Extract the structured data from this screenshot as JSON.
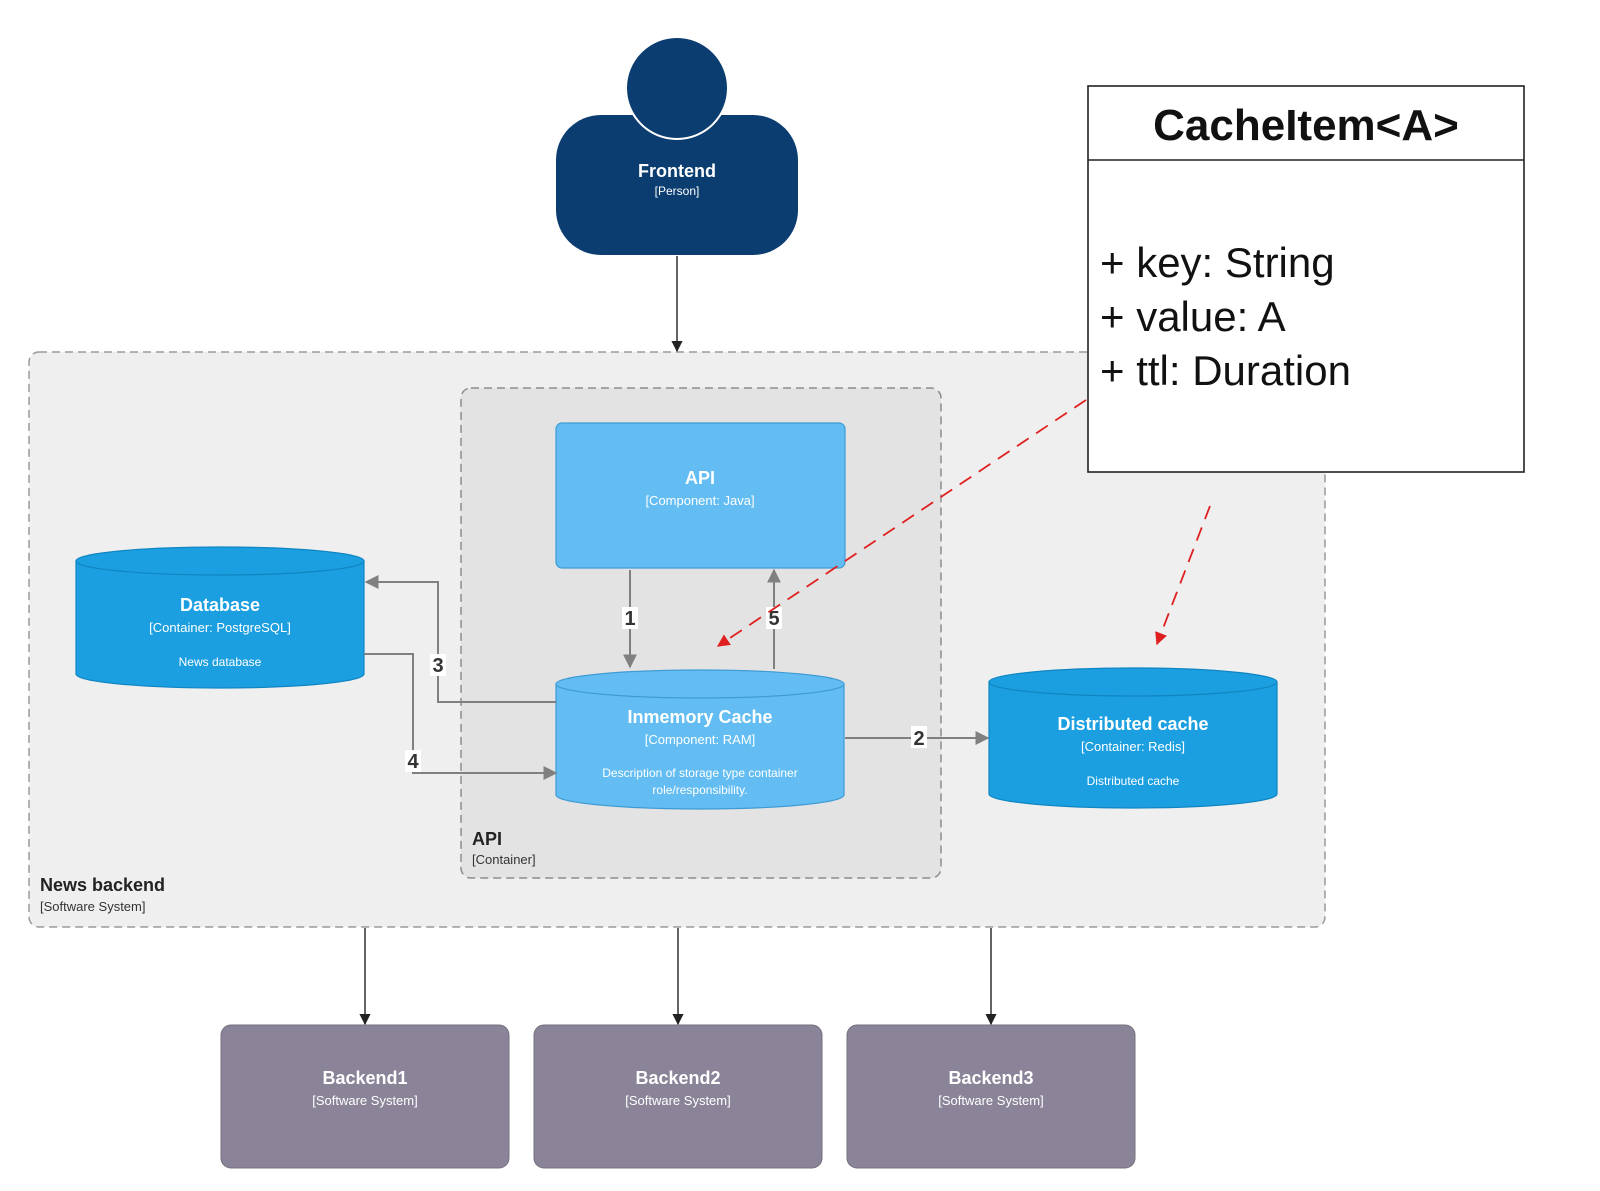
{
  "person": {
    "name": "Frontend",
    "type": "[Person]"
  },
  "system_boundary": {
    "name": "News backend",
    "type": "[Software System]"
  },
  "container_boundary": {
    "name": "API",
    "type": "[Container]"
  },
  "api_component": {
    "name": "API",
    "type": "[Component: Java]"
  },
  "database": {
    "name": "Database",
    "type": "[Container: PostgreSQL]",
    "description": "News database"
  },
  "inmemory_cache": {
    "name": "Inmemory Cache",
    "type": "[Component: RAM]",
    "description_line1": "Description of storage type container",
    "description_line2": "role/responsibility."
  },
  "distributed_cache": {
    "name": "Distributed cache",
    "type": "[Container: Redis]",
    "description": "Distributed cache"
  },
  "backends": [
    {
      "name": "Backend1",
      "type": "[Software System]"
    },
    {
      "name": "Backend2",
      "type": "[Software System]"
    },
    {
      "name": "Backend3",
      "type": "[Software System]"
    }
  ],
  "uml_class": {
    "title": "CacheItem<A>",
    "attributes": [
      "+ key: String",
      "+ value: A",
      "+ ttl: Duration"
    ]
  },
  "edge_labels": {
    "e1": "1",
    "e2": "2",
    "e3": "3",
    "e4": "4",
    "e5": "5"
  },
  "colors": {
    "person": "#0b3d70",
    "component_light": "#63bdf2",
    "container_blue": "#1b9fe0",
    "external_system": "#8b8398",
    "boundary_fill": "#efefef",
    "inner_boundary_fill": "#e3e3e3",
    "uml_arrow": "#e02020"
  }
}
